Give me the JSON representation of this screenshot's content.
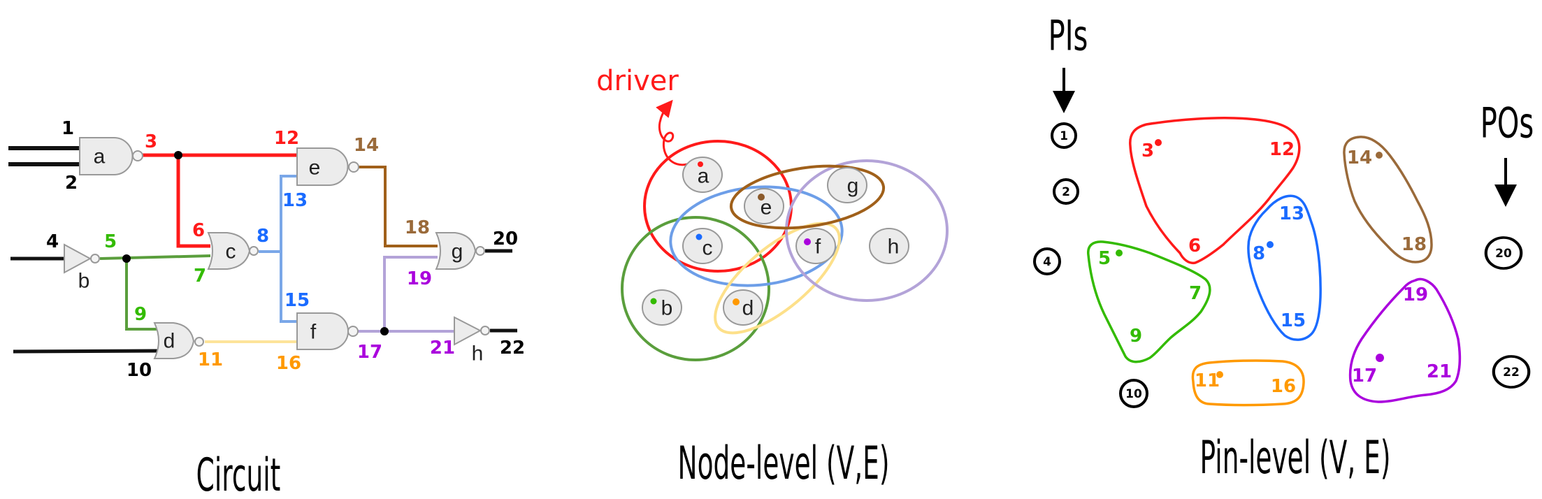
{
  "colors": {
    "red": "#ff1a1a",
    "blue": "#1a6bff",
    "green": "#33bb00",
    "brown": "#9a6a3a",
    "orange": "#ff9900",
    "purple": "#aa00dd"
  },
  "pins": [
    "1",
    "2",
    "3",
    "4",
    "5",
    "6",
    "7",
    "8",
    "9",
    "10",
    "11",
    "12",
    "13",
    "14",
    "15",
    "16",
    "17",
    "18",
    "19",
    "20",
    "21",
    "22"
  ],
  "circuit": {
    "title": "Circuit",
    "gates": {
      "a": "a",
      "b": "b",
      "c": "c",
      "d": "d",
      "e": "e",
      "f": "f",
      "g": "g",
      "h": "h"
    }
  },
  "node_level": {
    "title": "Node-level (V,E)",
    "driver_label": "driver",
    "nodes": {
      "a": "a",
      "b": "b",
      "c": "c",
      "d": "d",
      "e": "e",
      "f": "f",
      "g": "g",
      "h": "h"
    }
  },
  "pin_level": {
    "title": "Pin-level (V, E)",
    "pis_label": "PIs",
    "pos_label": "POs"
  }
}
